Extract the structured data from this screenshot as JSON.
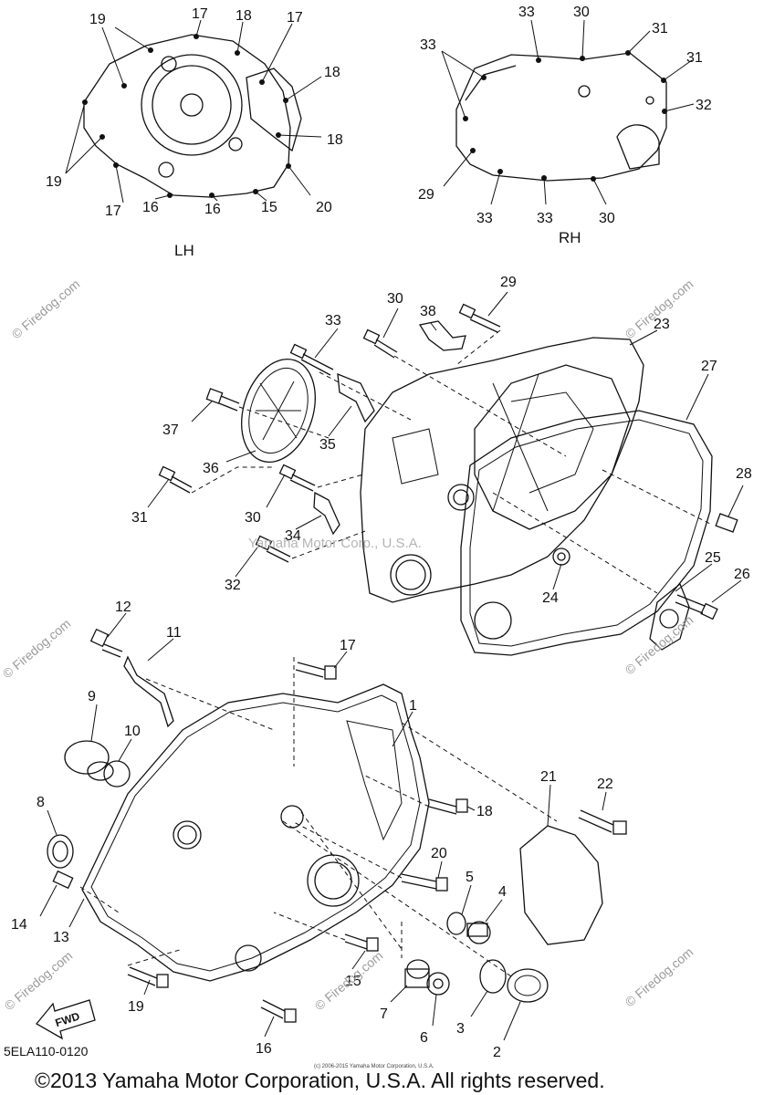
{
  "diagram": {
    "side_labels": {
      "left": "LH",
      "right": "RH"
    },
    "part_numbers": {
      "lh_19a": "19",
      "lh_17a": "17",
      "lh_18a": "18",
      "lh_17b": "17",
      "lh_18b": "18",
      "lh_18c": "18",
      "lh_19b": "19",
      "lh_17c": "17",
      "lh_16a": "16",
      "lh_16b": "16",
      "lh_15": "15",
      "lh_20": "20",
      "rh_33a": "33",
      "rh_30a": "30",
      "rh_31a": "31",
      "rh_33b": "33",
      "rh_31b": "31",
      "rh_32": "32",
      "rh_29": "29",
      "rh_33c": "33",
      "rh_33d": "33",
      "rh_30b": "30",
      "m_29": "29",
      "m_30": "30",
      "m_38": "38",
      "m_33": "33",
      "m_23": "23",
      "m_27": "27",
      "m_37": "37",
      "m_36": "36",
      "m_35": "35",
      "m_28": "28",
      "m_31": "31",
      "m_30b": "30",
      "m_34": "34",
      "m_32": "32",
      "m_24": "24",
      "m_25": "25",
      "m_26": "26",
      "b_12": "12",
      "b_11": "11",
      "b_17": "17",
      "b_1": "1",
      "b_9": "9",
      "b_10": "10",
      "b_8": "8",
      "b_21": "21",
      "b_22": "22",
      "b_18": "18",
      "b_20": "20",
      "b_5": "5",
      "b_4": "4",
      "b_14": "14",
      "b_13": "13",
      "b_15": "15",
      "b_19": "19",
      "b_7": "7",
      "b_3": "3",
      "b_6": "6",
      "b_2": "2",
      "b_16": "16"
    },
    "watermarks": {
      "firedog": "© Firedog.com",
      "firedog_short": "© Firedog.com",
      "center": "Yamaha Motor Corp., U.S.A."
    },
    "fwd_label": "FWD",
    "diagram_code": "5ELA110-0120",
    "fine_print": "(c) 2006-2015 Yamaha Motor Corporation, U.S.A.",
    "copyright": "©2013 Yamaha Motor Corporation, U.S.A. All rights reserved."
  }
}
